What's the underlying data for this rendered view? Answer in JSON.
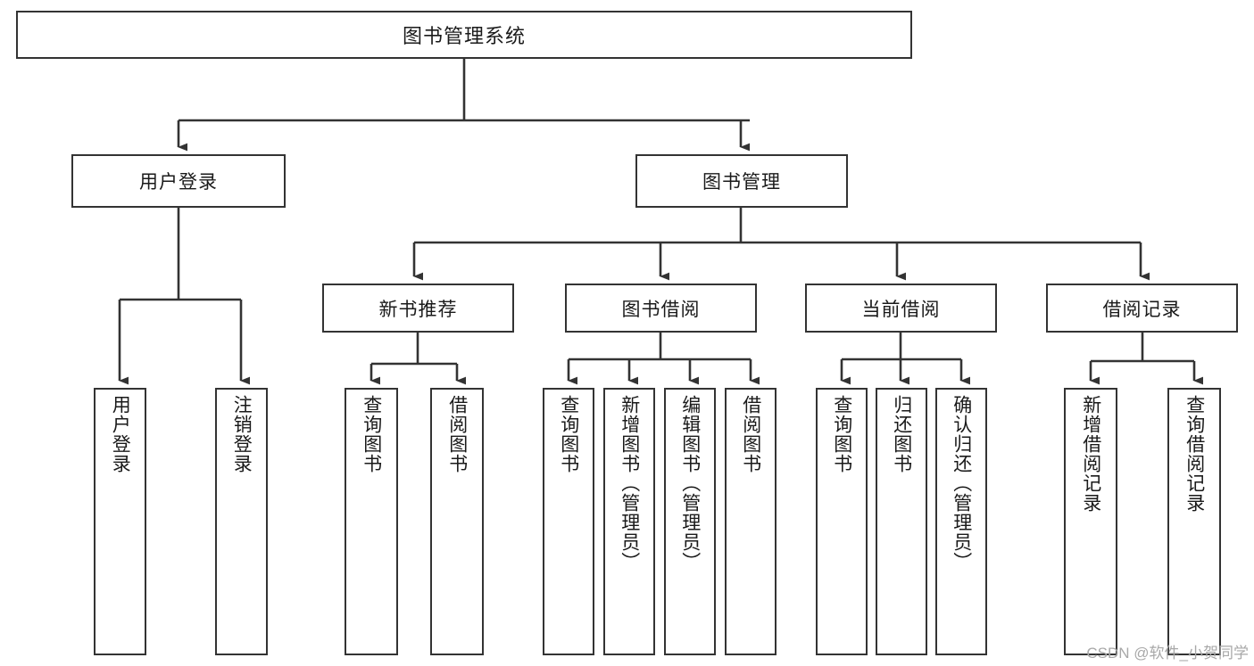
{
  "diagram": {
    "title": "图书管理系统",
    "type": "tree",
    "orientation": "top-down",
    "theme": {
      "background": "#ffffff",
      "node_fill": "#ffffff",
      "node_stroke": "#333333",
      "edge_stroke": "#333333",
      "text_color": "#1a1a1a",
      "watermark_color": "#a8a8a8"
    },
    "watermark": "CSDN @软件_小贺同学",
    "nodes": {
      "root": {
        "label": "图书管理系统",
        "level": 0,
        "orientation": "horizontal"
      },
      "l1": [
        {
          "id": "user-login",
          "label": "用户登录",
          "level": 1,
          "orientation": "horizontal"
        },
        {
          "id": "book-manage",
          "label": "图书管理",
          "level": 1,
          "orientation": "horizontal"
        }
      ],
      "l2": [
        {
          "id": "new-book-rec",
          "label": "新书推荐",
          "level": 2,
          "orientation": "horizontal",
          "parent": "book-manage"
        },
        {
          "id": "book-borrow",
          "label": "图书借阅",
          "level": 2,
          "orientation": "horizontal",
          "parent": "book-manage"
        },
        {
          "id": "current-borrow",
          "label": "当前借阅",
          "level": 2,
          "orientation": "horizontal",
          "parent": "book-manage"
        },
        {
          "id": "borrow-record",
          "label": "借阅记录",
          "level": 2,
          "orientation": "horizontal",
          "parent": "book-manage"
        }
      ],
      "leaves": [
        {
          "id": "leaf-user-login",
          "label": "用户登录",
          "parent": "user-login",
          "orientation": "vertical"
        },
        {
          "id": "leaf-logout",
          "label": "注销登录",
          "parent": "user-login",
          "orientation": "vertical"
        },
        {
          "id": "leaf-query-book-1",
          "label": "查询图书",
          "parent": "new-book-rec",
          "orientation": "vertical"
        },
        {
          "id": "leaf-borrow-book-1",
          "label": "借阅图书",
          "parent": "new-book-rec",
          "orientation": "vertical"
        },
        {
          "id": "leaf-query-book-2",
          "label": "查询图书",
          "parent": "book-borrow",
          "orientation": "vertical"
        },
        {
          "id": "leaf-add-book",
          "label": "新增图书（管理员）",
          "parent": "book-borrow",
          "orientation": "vertical"
        },
        {
          "id": "leaf-edit-book",
          "label": "编辑图书（管理员）",
          "parent": "book-borrow",
          "orientation": "vertical"
        },
        {
          "id": "leaf-borrow-book-2",
          "label": "借阅图书",
          "parent": "book-borrow",
          "orientation": "vertical"
        },
        {
          "id": "leaf-query-book-3",
          "label": "查询图书",
          "parent": "current-borrow",
          "orientation": "vertical"
        },
        {
          "id": "leaf-return-book",
          "label": "归还图书",
          "parent": "current-borrow",
          "orientation": "vertical"
        },
        {
          "id": "leaf-confirm-return",
          "label": "确认归还（管理员）",
          "parent": "current-borrow",
          "orientation": "vertical"
        },
        {
          "id": "leaf-add-record",
          "label": "新增借阅记录",
          "parent": "borrow-record",
          "orientation": "vertical"
        },
        {
          "id": "leaf-query-record",
          "label": "查询借阅记录",
          "parent": "borrow-record",
          "orientation": "vertical"
        }
      ]
    }
  }
}
